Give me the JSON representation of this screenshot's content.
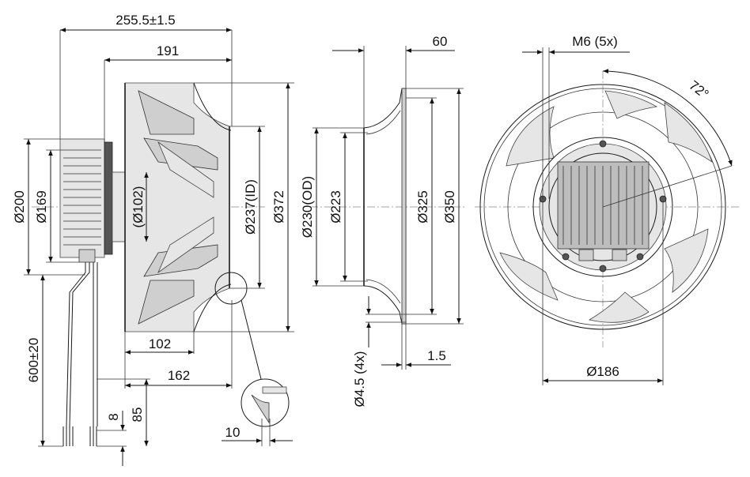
{
  "dimensions": {
    "overall_length": "255.5±1.5",
    "length_191": "191",
    "diameter_200": "Ø200",
    "diameter_169": "Ø169",
    "diameter_102": "(Ø102)",
    "diameter_237_id": "Ø237(ID)",
    "diameter_372": "Ø372",
    "length_102": "102",
    "length_162": "162",
    "cable_length": "600±20",
    "cable_8": "8",
    "cable_85": "85",
    "detail_10": "10",
    "inlet_60": "60",
    "diameter_230_od": "Ø230(OD)",
    "diameter_223": "Ø223",
    "diameter_325": "Ø325",
    "diameter_350": "Ø350",
    "hole_45": "Ø4.5 (4x)",
    "flange_15": "1.5",
    "thread_m6": "M6 (5x)",
    "angle_72": "72°",
    "diameter_186": "Ø186"
  }
}
